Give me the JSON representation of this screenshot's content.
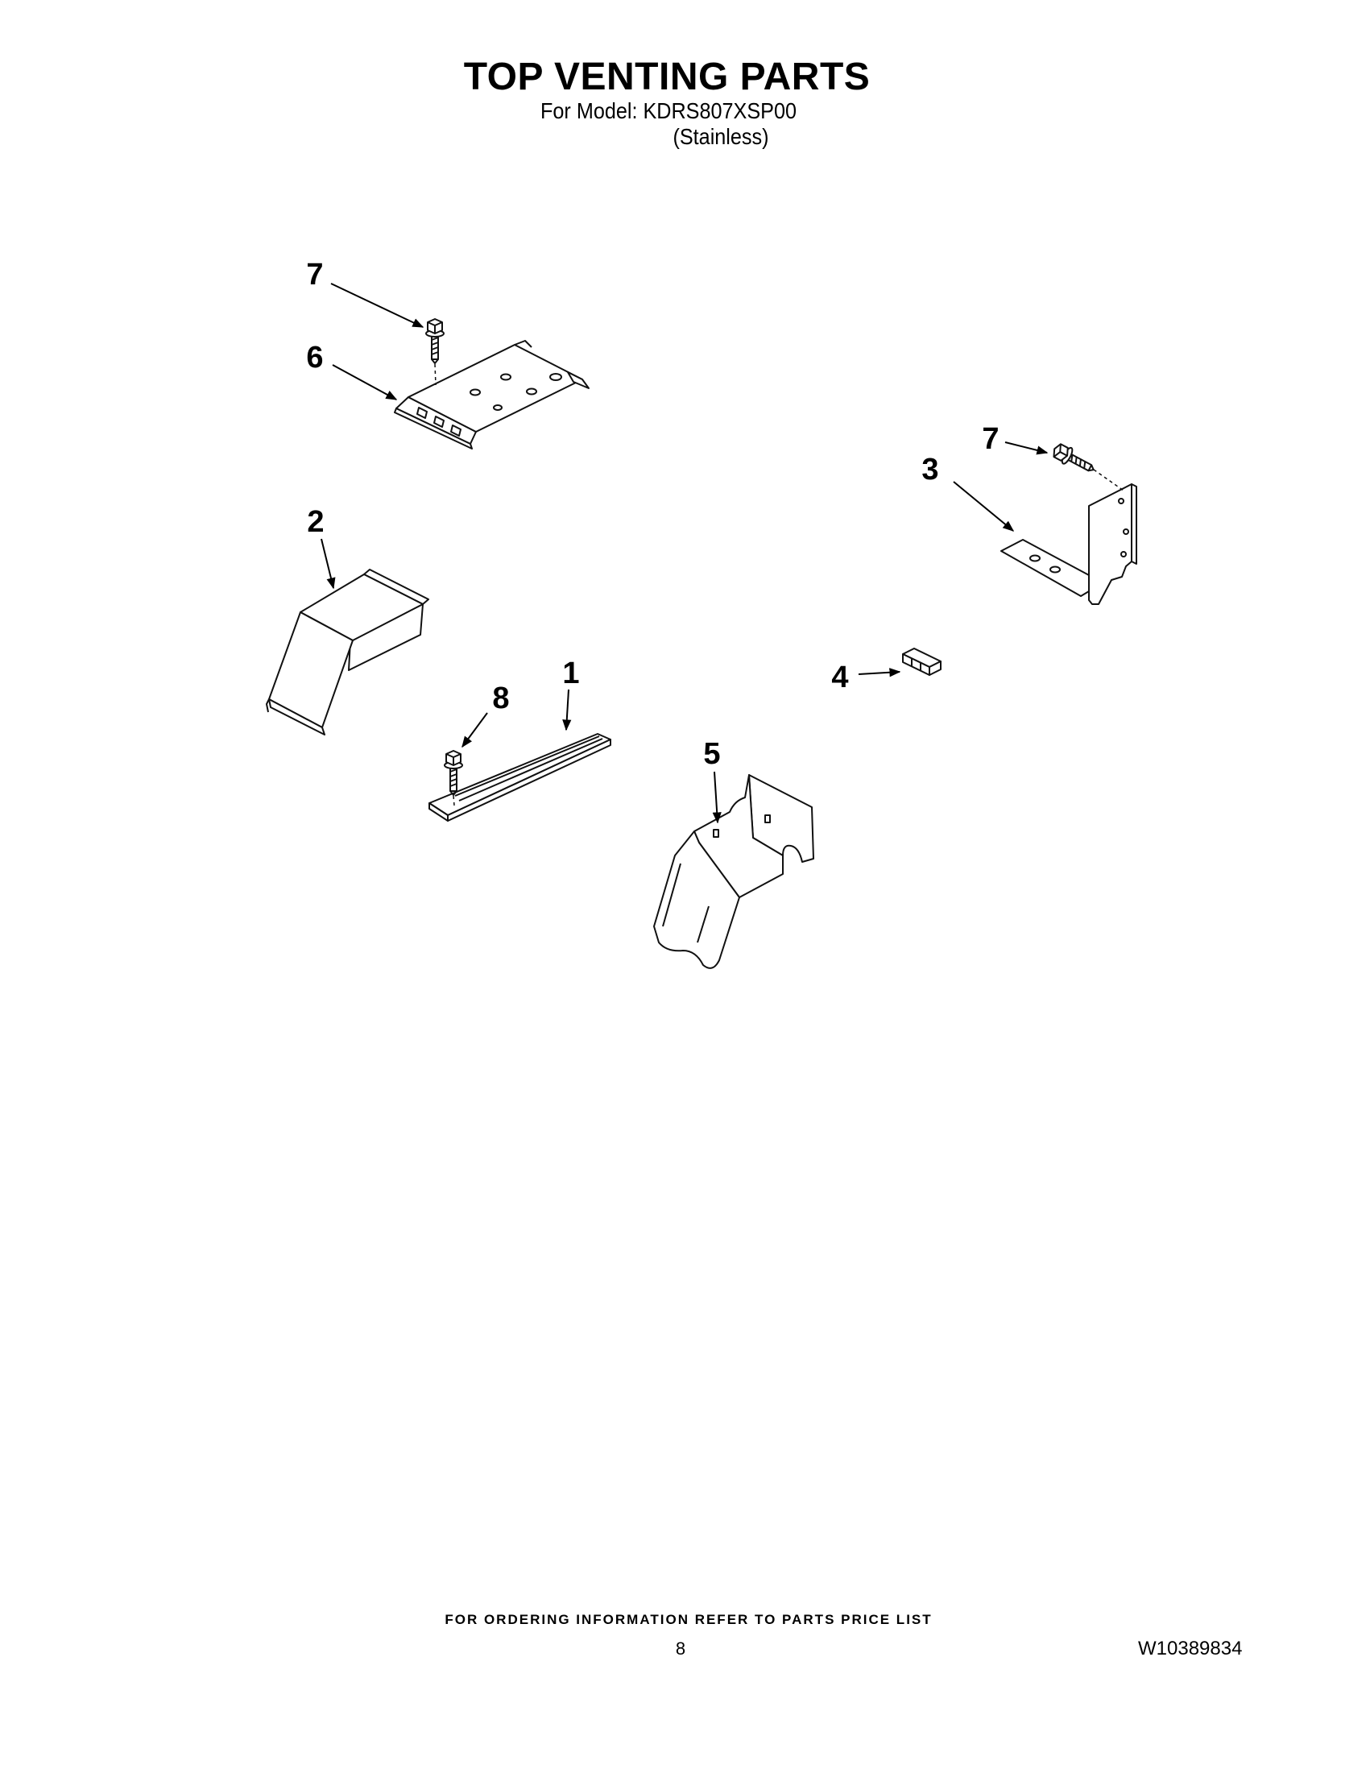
{
  "header": {
    "title": "TOP VENTING PARTS",
    "model_line": "For Model: KDRS807XSP00",
    "finish": "(Stainless)"
  },
  "callouts": [
    "7",
    "6",
    "7",
    "3",
    "2",
    "4",
    "8",
    "1",
    "5"
  ],
  "footer": {
    "ordering_note": "FOR ORDERING INFORMATION REFER TO PARTS PRICE LIST",
    "page_number": "8",
    "document_number": "W10389834"
  },
  "colors": {
    "ink": "#000000",
    "paper": "#ffffff"
  }
}
